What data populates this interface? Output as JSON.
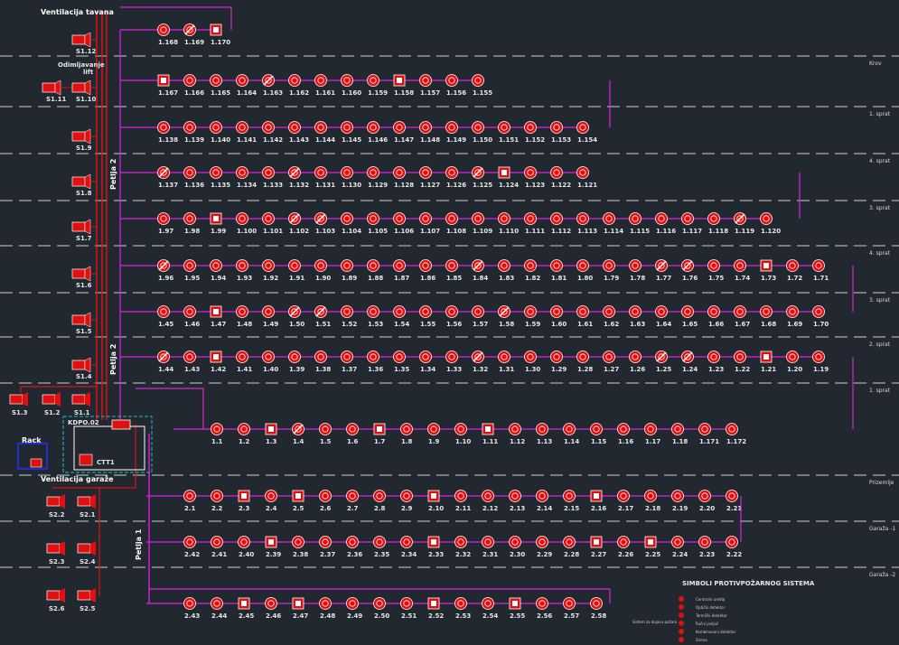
{
  "floors": [
    "Krov",
    "1. sprat",
    "4. sprat",
    "3. sprat",
    "4. sprat",
    "3. sprat",
    "2. sprat",
    "1. sprat",
    "Prizemlje",
    "Garaža -1",
    "Garaža -2"
  ],
  "top_labels": {
    "ventilation_top": "Ventilacija tavana",
    "smoke_lift_1": "Odimljavanje",
    "smoke_lift_2": "lift",
    "ventilation_garage": "Ventilacija garaže",
    "loop2a": "Petlja 2",
    "loop2b": "Petlja 2",
    "loop1": "Petlja 1",
    "rack": "Rack",
    "panel": "KDPO.02",
    "ctt": "CTT1"
  },
  "s1_labels": [
    "S1.12",
    "S1.11",
    "S1.10",
    "S1.9",
    "S1.8",
    "S1.7",
    "S1.6",
    "S1.5",
    "S1.4",
    "S1.3",
    "S1.2",
    "S1.1"
  ],
  "s2_labels": [
    "S2.2",
    "S2.1",
    "S2.3",
    "S2.4",
    "S2.6",
    "S2.5"
  ],
  "rows": [
    {
      "labels": [
        "1.168",
        "1.169",
        "1.170"
      ]
    },
    {
      "labels": [
        "1.167",
        "1.166",
        "1.165",
        "1.164",
        "1.163",
        "1.162",
        "1.161",
        "1.160",
        "1.159",
        "1.158",
        "1.157",
        "1.156",
        "1.155"
      ]
    },
    {
      "labels": [
        "1.138",
        "1.139",
        "1.140",
        "1.141",
        "1.142",
        "1.143",
        "1.144",
        "1.145",
        "1.146",
        "1.147",
        "1.148",
        "1.149",
        "1.150",
        "1.151",
        "1.152",
        "1.153",
        "1.154"
      ]
    },
    {
      "labels": [
        "1.137",
        "1.136",
        "1.135",
        "1.134",
        "1.133",
        "1.132",
        "1.131",
        "1.130",
        "1.129",
        "1.128",
        "1.127",
        "1.126",
        "1.125",
        "1.124",
        "1.123",
        "1.122",
        "1.121"
      ]
    },
    {
      "labels": [
        "1.97",
        "1.98",
        "1.99",
        "1.100",
        "1.101",
        "1.102",
        "1.103",
        "1.104",
        "1.105",
        "1.106",
        "1.107",
        "1.108",
        "1.109",
        "1.110",
        "1.111",
        "1.112",
        "1.113",
        "1.114",
        "1.115",
        "1.116",
        "1.117",
        "1.118",
        "1.119",
        "1.120"
      ]
    },
    {
      "labels": [
        "1.96",
        "1.95",
        "1.94",
        "1.93",
        "1.92",
        "1.91",
        "1.90",
        "1.89",
        "1.88",
        "1.87",
        "1.86",
        "1.85",
        "1.84",
        "1.83",
        "1.82",
        "1.81",
        "1.80",
        "1.79",
        "1.78",
        "1.77",
        "1.76",
        "1.75",
        "1.74",
        "1.73",
        "1.72",
        "1.71"
      ]
    },
    {
      "labels": [
        "1.45",
        "1.46",
        "1.47",
        "1.48",
        "1.49",
        "1.50",
        "1.51",
        "1.52",
        "1.53",
        "1.54",
        "1.55",
        "1.56",
        "1.57",
        "1.58",
        "1.59",
        "1.60",
        "1.61",
        "1.62",
        "1.63",
        "1.64",
        "1.65",
        "1.66",
        "1.67",
        "1.68",
        "1.69",
        "1.70"
      ]
    },
    {
      "labels": [
        "1.44",
        "1.43",
        "1.42",
        "1.41",
        "1.40",
        "1.39",
        "1.38",
        "1.37",
        "1.36",
        "1.35",
        "1.34",
        "1.33",
        "1.32",
        "1.31",
        "1.30",
        "1.29",
        "1.28",
        "1.27",
        "1.26",
        "1.25",
        "1.24",
        "1.23",
        "1.22",
        "1.21",
        "1.20",
        "1.19"
      ]
    },
    {
      "labels": [
        "1.1",
        "1.2",
        "1.3",
        "1.4",
        "1.5",
        "1.6",
        "1.7",
        "1.8",
        "1.9",
        "1.10",
        "1.11",
        "1.12",
        "1.13",
        "1.14",
        "1.15",
        "1.16",
        "1.17",
        "1.18",
        "1.171",
        "1.172"
      ]
    },
    {
      "labels": [
        "2.1",
        "2.2",
        "2.3",
        "2.4",
        "2.5",
        "2.6",
        "2.7",
        "2.8",
        "2.9",
        "2.10",
        "2.11",
        "2.12",
        "2.13",
        "2.14",
        "2.15",
        "2.16",
        "2.17",
        "2.18",
        "2.19",
        "2.20",
        "2.21"
      ]
    },
    {
      "labels": [
        "2.42",
        "2.41",
        "2.40",
        "2.39",
        "2.38",
        "2.37",
        "2.36",
        "2.35",
        "2.34",
        "2.33",
        "2.32",
        "2.31",
        "2.30",
        "2.29",
        "2.28",
        "2.27",
        "2.26",
        "2.25",
        "2.24",
        "2.23",
        "2.22"
      ]
    },
    {
      "labels": [
        "2.43",
        "2.44",
        "2.45",
        "2.46",
        "2.47",
        "2.48",
        "2.49",
        "2.50",
        "2.51",
        "2.52",
        "2.53",
        "2.54",
        "2.55",
        "2.56",
        "2.57",
        "2.58"
      ]
    }
  ],
  "legend": {
    "title": "SIMBOLI PROTIVPOŽARNOG SISTEMA",
    "items": [
      "Centralni uređaj",
      "Optički detektor",
      "Termički detektor",
      "Ručni javljač",
      "Kombinovani detektor",
      "Sirena"
    ]
  },
  "footer": "Sistem za dojavu požara",
  "colors": {
    "device": "#e01010",
    "loop": "#e020e0",
    "floorline": "#d0d0d0",
    "cyan": "#20c0c0",
    "blue": "#2030ff"
  }
}
